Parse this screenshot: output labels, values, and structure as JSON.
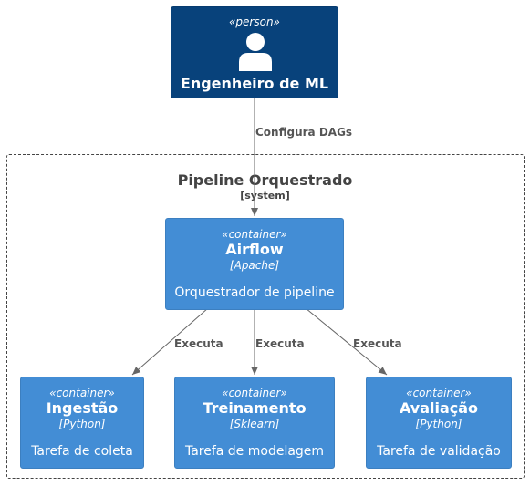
{
  "person": {
    "stereotype": "«person»",
    "name": "Engenheiro de ML",
    "icon": "person-icon"
  },
  "boundary": {
    "name": "Pipeline Orquestrado",
    "type": "[system]"
  },
  "airflow": {
    "stereotype": "«container»",
    "name": "Airflow",
    "tech": "[Apache]",
    "desc": "Orquestrador de pipeline"
  },
  "ingestao": {
    "stereotype": "«container»",
    "name": "Ingestão",
    "tech": "[Python]",
    "desc": "Tarefa de coleta"
  },
  "treinamento": {
    "stereotype": "«container»",
    "name": "Treinamento",
    "tech": "[Sklearn]",
    "desc": "Tarefa de modelagem"
  },
  "avaliacao": {
    "stereotype": "«container»",
    "name": "Avaliação",
    "tech": "[Python]",
    "desc": "Tarefa de validação"
  },
  "edges": {
    "configura": "Configura DAGs",
    "executa_ingestao": "Executa",
    "executa_treinamento": "Executa",
    "executa_avaliacao": "Executa"
  },
  "colors": {
    "person": "#08427b",
    "container": "#438dd5",
    "edge": "#666666",
    "boundary": "#444444"
  }
}
